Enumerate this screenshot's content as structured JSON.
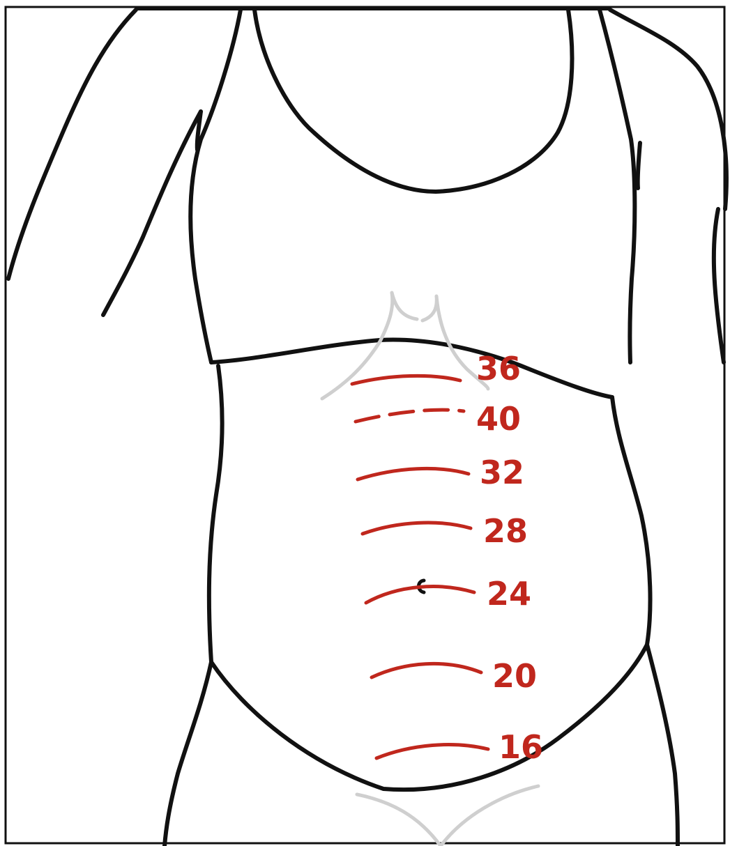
{
  "diagram": {
    "colors": {
      "outline": "#111111",
      "fundal_line": "#c0271d",
      "landmark": "#cfcfcf"
    },
    "fundal_heights": [
      {
        "week": "36",
        "style": "solid"
      },
      {
        "week": "40",
        "style": "dashed"
      },
      {
        "week": "32",
        "style": "solid"
      },
      {
        "week": "28",
        "style": "solid"
      },
      {
        "week": "24",
        "style": "solid"
      },
      {
        "week": "20",
        "style": "solid"
      },
      {
        "week": "16",
        "style": "solid"
      }
    ]
  }
}
